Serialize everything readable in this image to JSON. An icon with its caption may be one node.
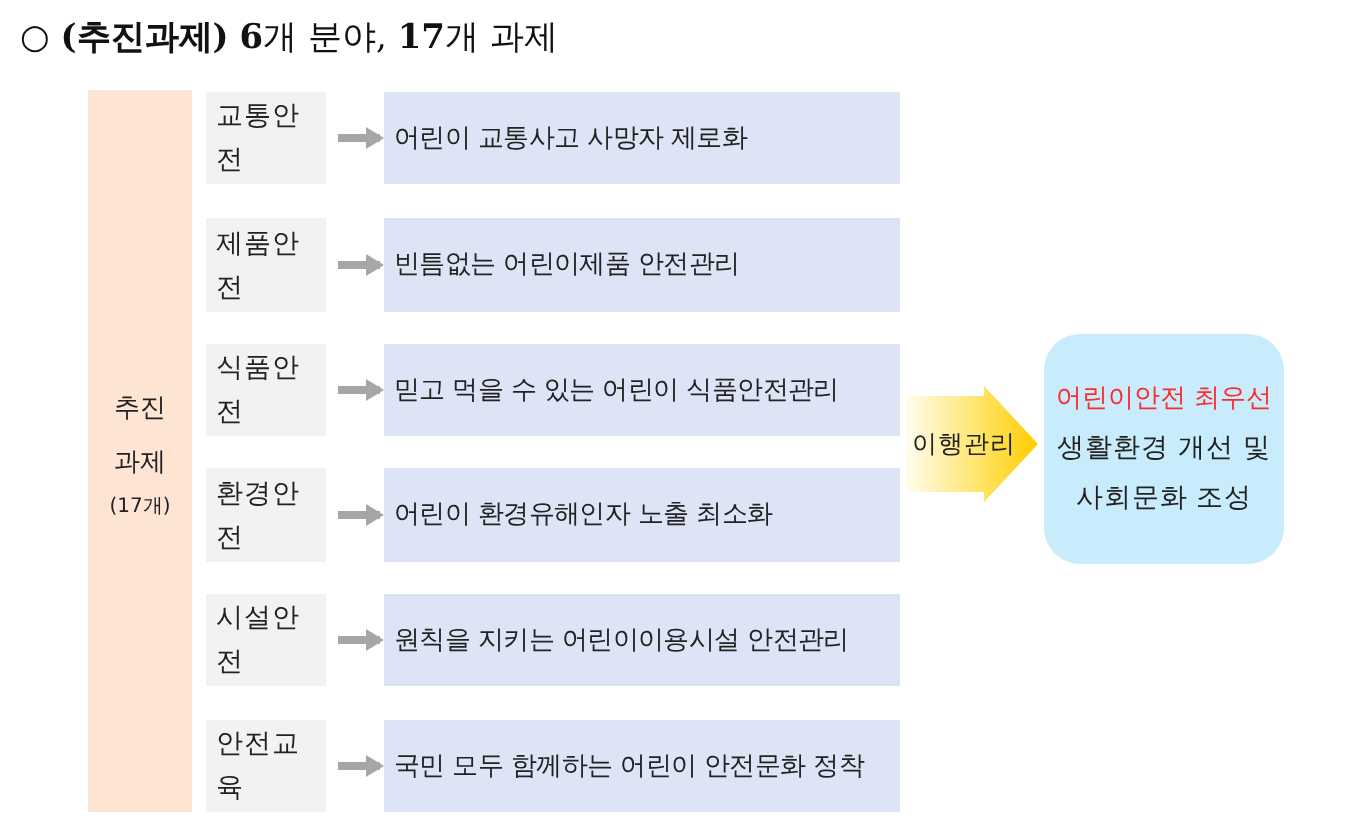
{
  "diagram": {
    "title": "○ **(추진과제)** **6**개 분야, **17**개 과제",
    "nodes": [
      {
        "text": [
          "추진 과제",
          "(17개)"
        ]
      },
      {
        "text": [
          "교통안전"
        ]
      },
      {
        "text": [
          "어린이 교통사고 사망자 제로화"
        ]
      },
      {
        "text": [
          "제품안전"
        ]
      },
      {
        "text": [
          "빈틈없는 어린이제품 안전관리"
        ]
      },
      {
        "text": [
          "식품안전"
        ]
      },
      {
        "text": [
          "믿고 먹을 수 있는 어린이 식품안전관리"
        ]
      },
      {
        "text": [
          "환경안전"
        ]
      },
      {
        "text": [
          "어린이 환경유해인자 노출 최소화"
        ]
      },
      {
        "text": [
          "시설안전"
        ]
      },
      {
        "text": [
          "원칙을 지키는 어린이이용시설 안전관리"
        ]
      },
      {
        "text": [
          "안전교육"
        ]
      },
      {
        "text": [
          "국민 모두 함께하는 어린이 안전문화 정착"
        ]
      },
      {
        "text": [
          "이행관리"
        ]
      },
      {
        "text": [
          "어린이안전 최우선",
          "생활환경 개선 및 사회문화 조성"
        ]
      }
    ],
    "edges": [
      {
        "from": 1,
        "to": 2,
        "arrow": "to"
      },
      {
        "from": 3,
        "to": 4,
        "arrow": "to"
      },
      {
        "from": 5,
        "to": 6,
        "arrow": "to"
      },
      {
        "from": 7,
        "to": 8,
        "arrow": "to"
      },
      {
        "from": 9,
        "to": 10,
        "arrow": "to"
      },
      {
        "from": 11,
        "to": 12,
        "arrow": "to"
      }
    ]
  }
}
